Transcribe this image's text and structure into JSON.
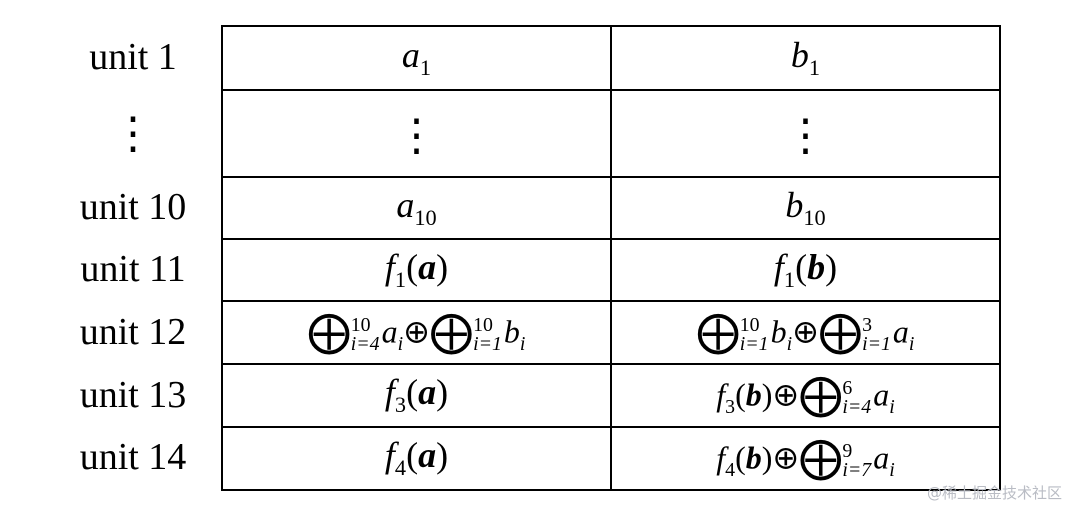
{
  "rows": [
    {
      "label": "unit 1"
    },
    {
      "label": "⋮"
    },
    {
      "label": "unit 10"
    },
    {
      "label": "unit 11"
    },
    {
      "label": "unit 12"
    },
    {
      "label": "unit 13"
    },
    {
      "label": "unit 14"
    }
  ],
  "cells": {
    "r1c1": {
      "var": "a",
      "sub": "1"
    },
    "r1c2": {
      "var": "b",
      "sub": "1"
    },
    "r2c1": {
      "text": "⋮"
    },
    "r2c2": {
      "text": "⋮"
    },
    "r3c1": {
      "var": "a",
      "sub": "10"
    },
    "r3c2": {
      "var": "b",
      "sub": "10"
    },
    "r4c1": {
      "f": "f",
      "fsub": "1",
      "arg": "a"
    },
    "r4c2": {
      "f": "f",
      "fsub": "1",
      "arg": "b"
    },
    "r5c1": {
      "sum1_upper": "10",
      "sum1_lower": "i=4",
      "sum1_term": "a",
      "sum1_termsub": "i",
      "op": "⊕",
      "sum2_upper": "10",
      "sum2_lower": "i=1",
      "sum2_term": "b",
      "sum2_termsub": "i"
    },
    "r5c2": {
      "sum1_upper": "10",
      "sum1_lower": "i=1",
      "sum1_term": "b",
      "sum1_termsub": "i",
      "op": "⊕",
      "sum2_upper": "3",
      "sum2_lower": "i=1",
      "sum2_term": "a",
      "sum2_termsub": "i"
    },
    "r6c1": {
      "f": "f",
      "fsub": "3",
      "arg": "a"
    },
    "r6c2": {
      "f": "f",
      "fsub": "3",
      "arg": "b",
      "op": "⊕",
      "sum_upper": "6",
      "sum_lower": "i=4",
      "sum_term": "a",
      "sum_termsub": "i"
    },
    "r7c1": {
      "f": "f",
      "fsub": "4",
      "arg": "a"
    },
    "r7c2": {
      "f": "f",
      "fsub": "4",
      "arg": "b",
      "op": "⊕",
      "sum_upper": "9",
      "sum_lower": "i=7",
      "sum_term": "a",
      "sum_termsub": "i"
    }
  },
  "symbols": {
    "bigop": "⨁",
    "lparen": "(",
    "rparen": ")"
  },
  "watermark": "@稀土掘金技术社区"
}
